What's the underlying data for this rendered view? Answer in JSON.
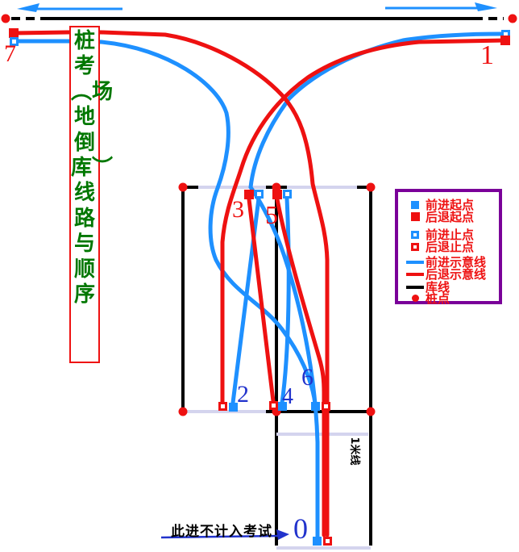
{
  "title": {
    "text": "桩考︵场地倒库︶线路与顺序"
  },
  "markers": {
    "m0": "0",
    "m1": "1",
    "m2": "2",
    "m3": "3",
    "m4": "4",
    "m5": "5",
    "m6": "6",
    "m7": "7"
  },
  "annotations": {
    "entry_note": "此进不计入考试",
    "one_meter_line": "1米线"
  },
  "legend": {
    "items": [
      {
        "swatch": "blue-filled-square",
        "label": "前进起点"
      },
      {
        "swatch": "red-filled-square",
        "label": "后退起点"
      },
      {
        "swatch": "blue-hollow-square",
        "label": "前进止点"
      },
      {
        "swatch": "red-hollow-square",
        "label": "后退止点"
      },
      {
        "swatch": "blue-line",
        "label": "前进示意线"
      },
      {
        "swatch": "red-line",
        "label": "后退示意线"
      },
      {
        "swatch": "black-line",
        "label": "库线"
      },
      {
        "swatch": "red-dot",
        "label": "桩点"
      }
    ]
  },
  "colors": {
    "forward_blue": "#1E90FF",
    "reverse_red": "#EE1111",
    "marker_blue": "#2233CC",
    "title_green": "#007700",
    "legend_border_purple": "#7A0099",
    "boundary_lavender": "#D4D4EE",
    "garage_black": "#000000"
  }
}
